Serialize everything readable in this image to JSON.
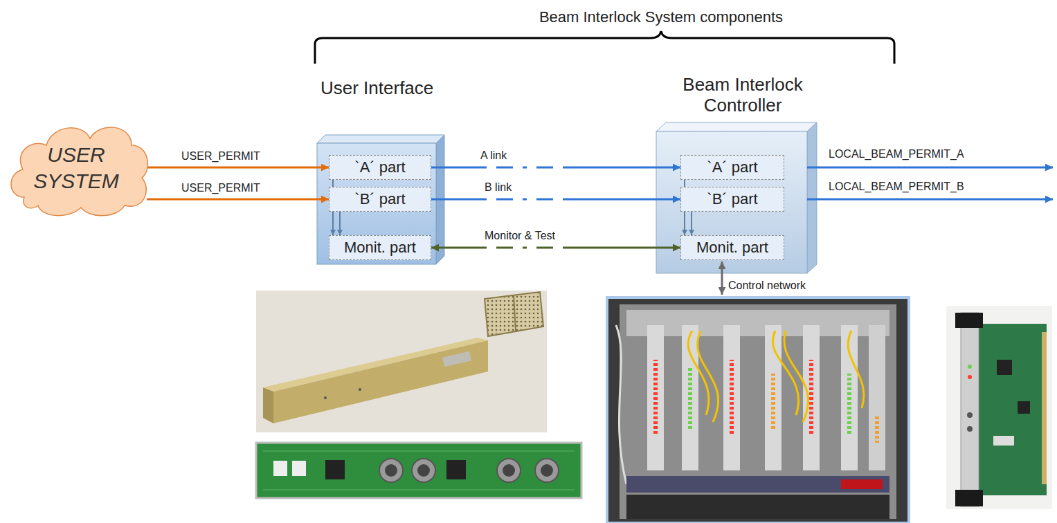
{
  "diagram": {
    "title": "Beam Interlock System components",
    "nodes": [
      {
        "text": [
          "USER SYSTEM"
        ]
      },
      {
        "text": [
          "User Interface"
        ]
      },
      {
        "text": [
          "`A´ part"
        ],
        "in": 1
      },
      {
        "text": [
          "`B´ part"
        ],
        "in": 1
      },
      {
        "text": [
          "Monit. part"
        ],
        "in": 1
      },
      {
        "text": [
          "Beam Interlock Controller"
        ]
      },
      {
        "text": [
          "`A´ part"
        ],
        "in": 5
      },
      {
        "text": [
          "`B´ part"
        ],
        "in": 5
      },
      {
        "text": [
          "Monit. part"
        ],
        "in": 5
      }
    ],
    "edges": [
      {
        "from": 0,
        "to": 2,
        "label": "USER_PERMIT",
        "arrow": "to"
      },
      {
        "from": 0,
        "to": 3,
        "label": "USER_PERMIT",
        "arrow": "to"
      },
      {
        "from": 2,
        "to": 6,
        "label": "A link",
        "arrow": "to"
      },
      {
        "from": 3,
        "to": 7,
        "label": "B link",
        "arrow": "to"
      },
      {
        "from": 4,
        "to": 8,
        "label": "Monitor & Test",
        "arrow": "both"
      },
      {
        "from": 2,
        "to": 4,
        "arrow": "to"
      },
      {
        "from": 3,
        "to": 4,
        "arrow": "to"
      },
      {
        "from": 6,
        "to": 8,
        "arrow": "to"
      },
      {
        "from": 7,
        "to": 8,
        "arrow": "to"
      }
    ],
    "labels": [
      "LOCAL_BEAM_PERMIT_A",
      "LOCAL_BEAM_PERMIT_B",
      "Control network"
    ]
  }
}
